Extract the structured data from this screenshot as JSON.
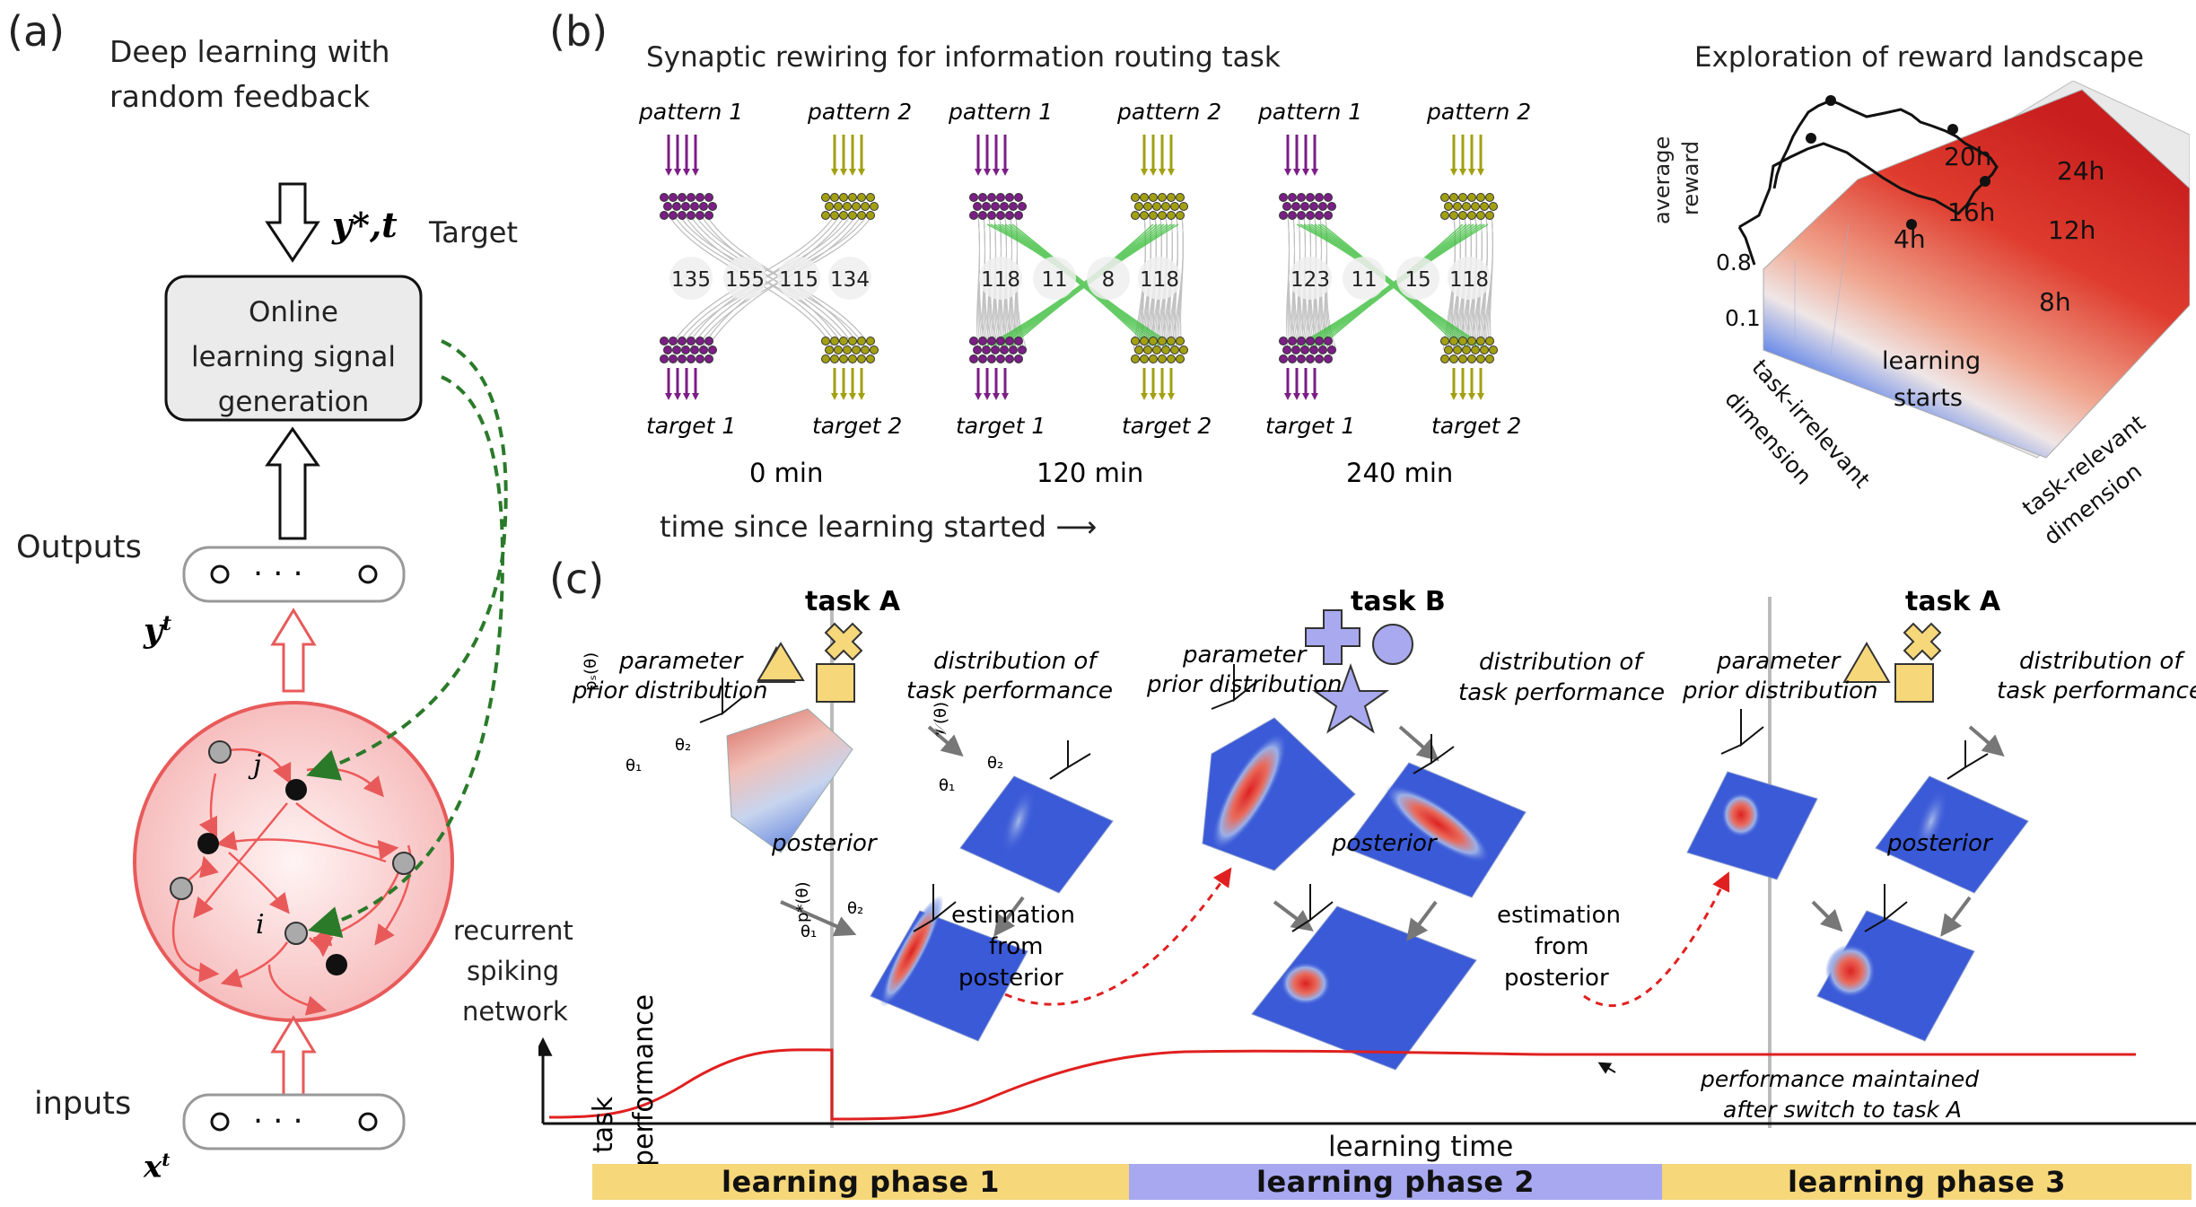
{
  "panel_a": {
    "label": "(a)",
    "title_line1": "Deep learning with",
    "title_line2": "random feedback",
    "target_symbol": "y*,t",
    "target_label": "Target",
    "box_line1": "Online",
    "box_line2": "learning signal",
    "box_line3": "generation",
    "outputs_label": "Outputs",
    "output_symbol": "y",
    "output_sup": "t",
    "neuron_j": "j",
    "neuron_i": "i",
    "network_line1": "recurrent",
    "network_line2": "spiking",
    "network_line3": "network",
    "inputs_label": "inputs",
    "input_symbol": "x",
    "input_sup": "t",
    "dots": "· · ·"
  },
  "panel_b": {
    "label": "(b)",
    "title": "Synaptic rewiring for information routing task",
    "landscape_title": "Exploration of reward landscape",
    "time_axis_label": "time since learning started ⟶",
    "snapshots": [
      {
        "time": "0 min",
        "pattern1": "pattern 1",
        "pattern2": "pattern 2",
        "target1": "target 1",
        "target2": "target 2",
        "counts": [
          "135",
          "155",
          "115",
          "134"
        ],
        "cross": false
      },
      {
        "time": "120 min",
        "pattern1": "pattern 1",
        "pattern2": "pattern 2",
        "target1": "target 1",
        "target2": "target 2",
        "counts": [
          "118",
          "11",
          "8",
          "118"
        ],
        "cross": true
      },
      {
        "time": "240 min",
        "pattern1": "pattern 1",
        "pattern2": "pattern 2",
        "target1": "target 1",
        "target2": "target 2",
        "counts": [
          "123",
          "11",
          "15",
          "118"
        ],
        "cross": true
      }
    ],
    "landscape": {
      "zlabel_line1": "average",
      "zlabel_line2": "reward",
      "z_ticks": [
        "0.8",
        "0.1"
      ],
      "axis1_line1": "task-irrelevant",
      "axis1_line2": "dimension",
      "axis2_line1": "task-relevant",
      "axis2_line2": "dimension",
      "start_line1": "learning",
      "start_line2": "starts",
      "time_marks": [
        "20h",
        "24h",
        "16h",
        "12h",
        "4h",
        "8h"
      ]
    },
    "colors": {
      "pattern1": "#7b1e86",
      "pattern2": "#a2a010",
      "rewired": "#3fbf3f",
      "gray": "#888888"
    }
  },
  "panel_c": {
    "label": "(c)",
    "task_a": "task A",
    "task_b": "task B",
    "prior_line1": "parameter",
    "prior_line2": "prior distribution",
    "perf_dist_line1": "distribution of",
    "perf_dist_line2": "task performance",
    "posterior": "posterior",
    "estimation_line1": "estimation",
    "estimation_line2": "from",
    "estimation_line3": "posterior",
    "axis_theta1": "θ₁",
    "axis_theta2": "θ₂",
    "axis_prior": "pₛ(θ)",
    "axis_perf": "𝒱(θ)",
    "axis_post": "p*(θ)",
    "perf_ylabel_line1": "task",
    "perf_ylabel_line2": "performance",
    "xlabel": "learning time",
    "annotation_line1": "performance maintained",
    "annotation_line2": "after switch to task A",
    "phases": [
      "learning phase 1",
      "learning phase 2",
      "learning phase 3"
    ],
    "colors": {
      "phase1": "#f6d77a",
      "phase2": "#a8a8f0",
      "phase3": "#f6d77a",
      "curve": "#e02020",
      "shape_a": "#f6d77a",
      "shape_b": "#a9a9ef"
    }
  }
}
